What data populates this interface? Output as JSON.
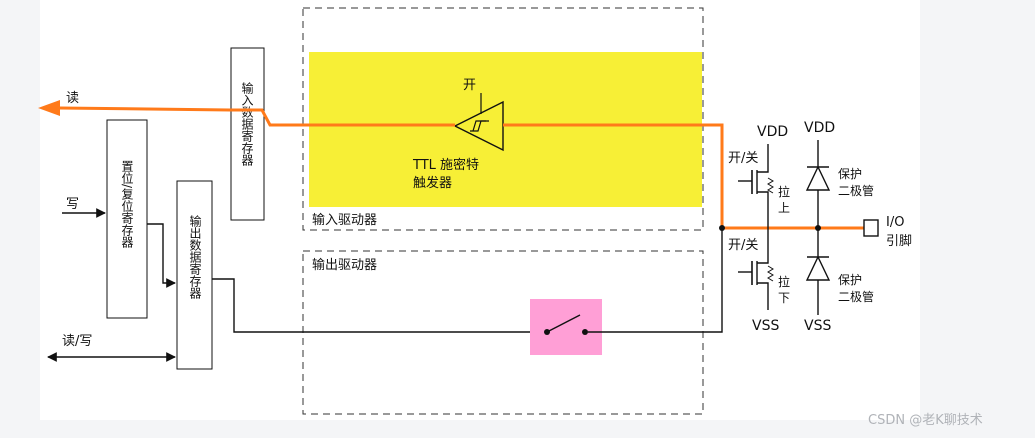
{
  "labels": {
    "read": "读",
    "write": "写",
    "read_write": "读/写",
    "input_data_register": "输入数据寄存器",
    "set_reset_register": "置位/复位寄存器",
    "output_data_register": "输出数据寄存器",
    "schmitt_on": "开",
    "schmitt_line1": "TTL 施密特",
    "schmitt_line2": "触发器",
    "input_driver": "输入驱动器",
    "output_driver": "输出驱动器",
    "on_off_top": "开/关",
    "on_off_bottom": "开/关",
    "pull_up": "拉上",
    "pull_down": "拉下",
    "vdd_left": "VDD",
    "vdd_right": "VDD",
    "vss_left": "VSS",
    "vss_right": "VSS",
    "protect_diode_top": "保护二极管",
    "protect_diode_bottom": "保护二极管",
    "io_label": "I/O",
    "io_pin": "引脚",
    "watermark": "CSDN @老K聊技术"
  },
  "colors": {
    "background": "#f4f5f7",
    "panel": "#ffffff",
    "input_driver_fill": "#f7ef36",
    "output_switch_fill": "#ff9fd6",
    "read_path": "#ff7a1a",
    "line": "#111111",
    "watermark": "#b0b3b8"
  },
  "icons": {
    "schmitt_trigger": "schmitt-trigger-icon",
    "switch": "switch-icon",
    "diode": "diode-icon",
    "transistor": "mos-transistor-icon"
  }
}
